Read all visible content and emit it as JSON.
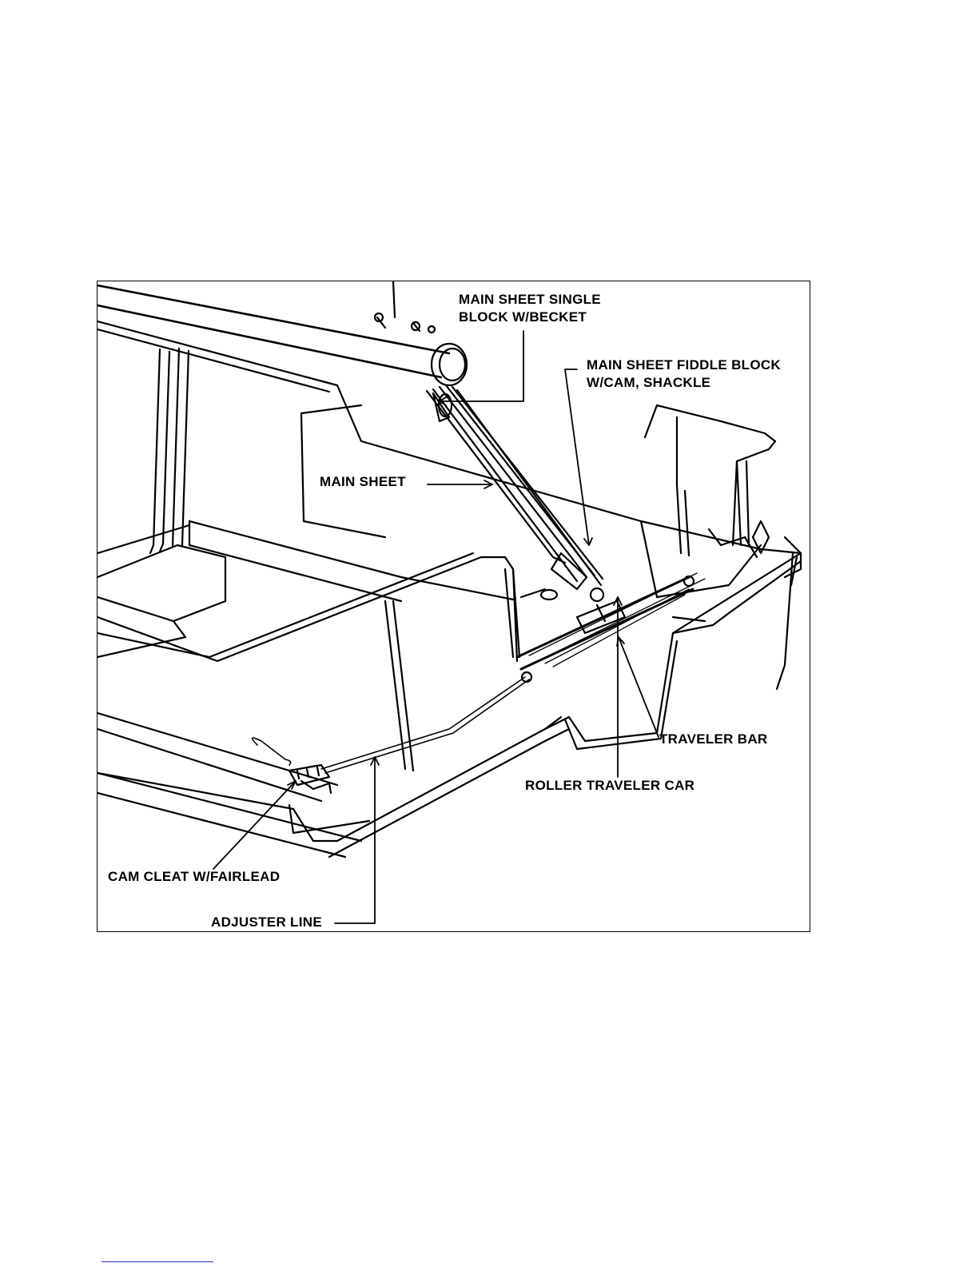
{
  "labels": {
    "main_sheet_single_block_line1": "MAIN SHEET SINGLE",
    "main_sheet_single_block_line2": "BLOCK W/BECKET",
    "main_sheet_fiddle_block_line1": "MAIN SHEET FIDDLE BLOCK",
    "main_sheet_fiddle_block_line2": "W/CAM, SHACKLE",
    "main_sheet": "MAIN SHEET",
    "traveler_bar": "TRAVELER BAR",
    "roller_traveler_car": "ROLLER TRAVELER CAR",
    "cam_cleat": "CAM CLEAT W/FAIRLEAD",
    "adjuster_line": "ADJUSTER LINE"
  },
  "colors": {
    "ink": "#000000",
    "paper": "#ffffff",
    "link": "#1a33cc"
  }
}
